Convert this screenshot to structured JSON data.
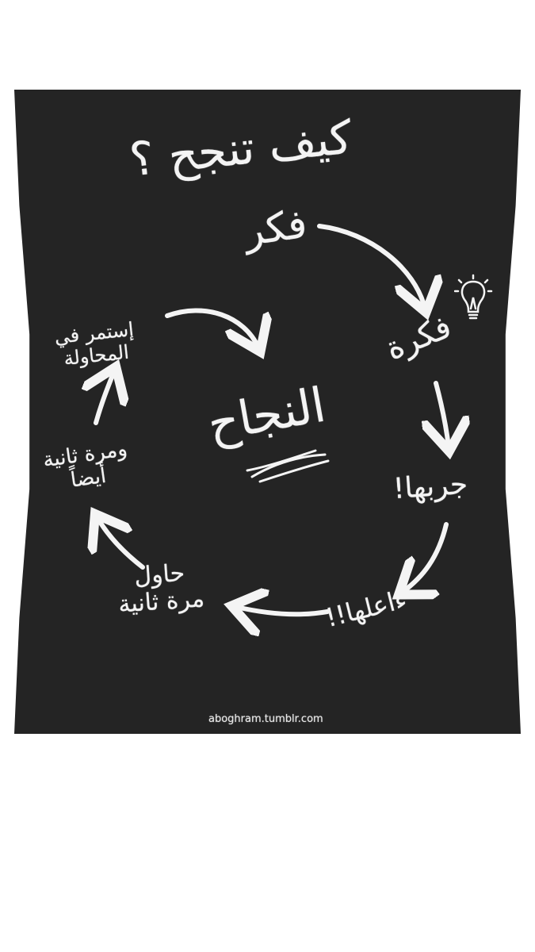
{
  "title": "كيف تنجح ؟",
  "cycle": {
    "think": "فكر",
    "idea": "فكرة",
    "try": "جربها!",
    "fail": "ءاعلها!!",
    "try_again": [
      "حاول",
      "مرة ثانية"
    ],
    "try_again_too": [
      "ومرة ثانية",
      "أيضاً"
    ],
    "keep_trying": [
      "إستمر في",
      "المحاولة"
    ]
  },
  "center": "النجاح",
  "watermark": "aboghram.tumblr.com",
  "colors": {
    "board": "#242424",
    "chalk": "#f4f4f4",
    "page": "#ffffff"
  },
  "icons": [
    "lightbulb-icon"
  ]
}
